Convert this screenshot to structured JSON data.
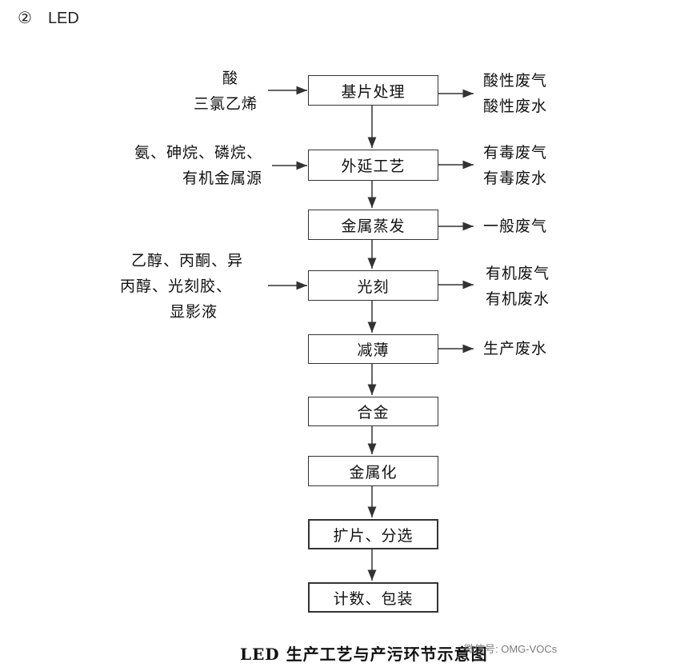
{
  "heading": {
    "number": "②",
    "title": "LED"
  },
  "steps": [
    {
      "label": "基片处理",
      "inputs": [
        "酸",
        "三氯乙烯"
      ],
      "outputs": [
        "酸性废气",
        "酸性废水"
      ]
    },
    {
      "label": "外延工艺",
      "inputs": [
        "氨、砷烷、磷烷、",
        "有机金属源"
      ],
      "outputs": [
        "有毒废气",
        "有毒废水"
      ]
    },
    {
      "label": "金属蒸发",
      "inputs": [],
      "outputs": [
        "一般废气"
      ]
    },
    {
      "label": "光刻",
      "inputs": [
        "乙醇、丙酮、异",
        "丙醇、光刻胶、",
        "显影液"
      ],
      "outputs": [
        "有机废气",
        "有机废水"
      ]
    },
    {
      "label": "减薄",
      "inputs": [],
      "outputs": [
        "生产废水"
      ]
    },
    {
      "label": "合金",
      "inputs": [],
      "outputs": []
    },
    {
      "label": "金属化",
      "inputs": [],
      "outputs": []
    },
    {
      "label": "扩片、分选",
      "inputs": [],
      "outputs": []
    },
    {
      "label": "计数、包装",
      "inputs": [],
      "outputs": []
    }
  ],
  "caption": "LED 生产工艺与产污环节示意图",
  "watermark": "微信号: OMG-VOCs"
}
